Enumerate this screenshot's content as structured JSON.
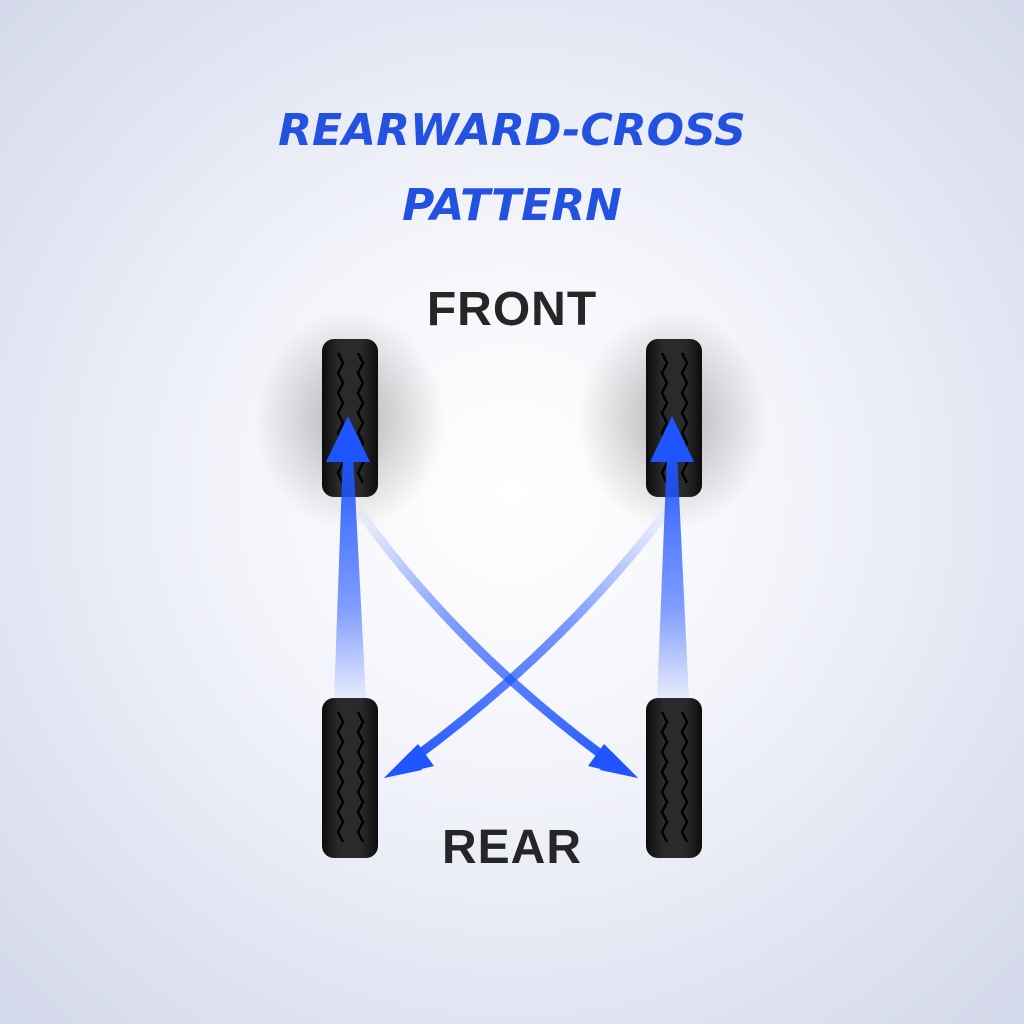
{
  "title": {
    "line1": "REARWARD-CROSS",
    "line2": "PATTERN"
  },
  "labels": {
    "front": "FRONT",
    "rear": "REAR"
  },
  "colors": {
    "title": "#2351e0",
    "arrow": "#1f55ff",
    "tire": "#1e1e1e",
    "label": "#262626"
  },
  "diagram": {
    "tires": [
      "front-left",
      "front-right",
      "rear-left",
      "rear-right"
    ],
    "moves": [
      {
        "from": "rear-left",
        "to": "front-left"
      },
      {
        "from": "rear-right",
        "to": "front-right"
      },
      {
        "from": "front-left",
        "to": "rear-right"
      },
      {
        "from": "front-right",
        "to": "rear-left"
      }
    ]
  }
}
